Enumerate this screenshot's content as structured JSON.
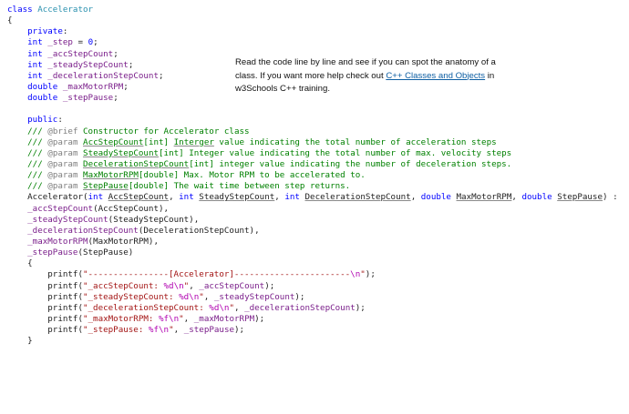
{
  "note": {
    "text_before": "Read the code line by line and see if you can spot the anatomy of a class. If you want more help check out ",
    "link": "C++ Classes and Objects",
    "text_after": " in w3Schools C++ training."
  },
  "code_lines": [
    [
      [
        "k",
        "class "
      ],
      [
        "t",
        "Accelerator"
      ]
    ],
    [
      [
        "p",
        "{"
      ]
    ],
    [
      [
        "p",
        "    "
      ],
      [
        "k",
        "private"
      ],
      [
        "p",
        ":"
      ]
    ],
    [
      [
        "p",
        "    "
      ],
      [
        "k",
        "int"
      ],
      [
        "p",
        " "
      ],
      [
        "v",
        "_step"
      ],
      [
        "p",
        " = "
      ],
      [
        "n",
        "0"
      ],
      [
        "p",
        ";"
      ]
    ],
    [
      [
        "p",
        "    "
      ],
      [
        "k",
        "int"
      ],
      [
        "p",
        " "
      ],
      [
        "v",
        "_accStepCount"
      ],
      [
        "p",
        ";"
      ]
    ],
    [
      [
        "p",
        "    "
      ],
      [
        "k",
        "int"
      ],
      [
        "p",
        " "
      ],
      [
        "v",
        "_steadyStepCount"
      ],
      [
        "p",
        ";"
      ]
    ],
    [
      [
        "p",
        "    "
      ],
      [
        "k",
        "int"
      ],
      [
        "p",
        " "
      ],
      [
        "v",
        "_decelerationStepCount"
      ],
      [
        "p",
        ";"
      ]
    ],
    [
      [
        "p",
        "    "
      ],
      [
        "k",
        "double"
      ],
      [
        "p",
        " "
      ],
      [
        "v",
        "_maxMotorRPM"
      ],
      [
        "p",
        ";"
      ]
    ],
    [
      [
        "p",
        "    "
      ],
      [
        "k",
        "double"
      ],
      [
        "p",
        " "
      ],
      [
        "v",
        "_stepPause"
      ],
      [
        "p",
        ";"
      ]
    ],
    [],
    [
      [
        "p",
        "    "
      ],
      [
        "k",
        "public"
      ],
      [
        "p",
        ":"
      ]
    ],
    [
      [
        "p",
        "    "
      ],
      [
        "c",
        "/// "
      ],
      [
        "dt",
        "@brief"
      ],
      [
        "c",
        " Constructor for Accelerator class"
      ]
    ],
    [
      [
        "p",
        "    "
      ],
      [
        "c",
        "/// "
      ],
      [
        "dt",
        "@param"
      ],
      [
        "c",
        " "
      ],
      [
        "cu",
        "AccStepCount"
      ],
      [
        "c",
        "[int] "
      ],
      [
        "cu",
        "Interger"
      ],
      [
        "c",
        " value indicating the total number of acceleration steps"
      ]
    ],
    [
      [
        "p",
        "    "
      ],
      [
        "c",
        "/// "
      ],
      [
        "dt",
        "@param"
      ],
      [
        "c",
        " "
      ],
      [
        "cu",
        "SteadyStepCount"
      ],
      [
        "c",
        "[int] Integer value indicating the total number of max. velocity steps"
      ]
    ],
    [
      [
        "p",
        "    "
      ],
      [
        "c",
        "/// "
      ],
      [
        "dt",
        "@param"
      ],
      [
        "c",
        " "
      ],
      [
        "cu",
        "DecelerationStepCount"
      ],
      [
        "c",
        "[int] integer value indicating the number of deceleration steps."
      ]
    ],
    [
      [
        "p",
        "    "
      ],
      [
        "c",
        "/// "
      ],
      [
        "dt",
        "@param"
      ],
      [
        "c",
        " "
      ],
      [
        "cu",
        "MaxMotorRPM"
      ],
      [
        "c",
        "[double] Max. Motor RPM to be accelerated to."
      ]
    ],
    [
      [
        "p",
        "    "
      ],
      [
        "c",
        "/// "
      ],
      [
        "dt",
        "@param"
      ],
      [
        "c",
        " "
      ],
      [
        "cu",
        "StepPause"
      ],
      [
        "c",
        "[double] The wait time between step returns."
      ]
    ],
    [
      [
        "p",
        "    Accelerator("
      ],
      [
        "k",
        "int"
      ],
      [
        "p",
        " "
      ],
      [
        "pu",
        "AccStepCount"
      ],
      [
        "p",
        ", "
      ],
      [
        "k",
        "int"
      ],
      [
        "p",
        " "
      ],
      [
        "pu",
        "SteadyStepCount"
      ],
      [
        "p",
        ", "
      ],
      [
        "k",
        "int"
      ],
      [
        "p",
        " "
      ],
      [
        "pu",
        "DecelerationStepCount"
      ],
      [
        "p",
        ", "
      ],
      [
        "k",
        "double"
      ],
      [
        "p",
        " "
      ],
      [
        "pu",
        "MaxMotorRPM"
      ],
      [
        "p",
        ", "
      ],
      [
        "k",
        "double"
      ],
      [
        "p",
        " "
      ],
      [
        "pu",
        "StepPause"
      ],
      [
        "p",
        ") :"
      ]
    ],
    [
      [
        "p",
        "    "
      ],
      [
        "v",
        "_accStepCount"
      ],
      [
        "p",
        "(AccStepCount),"
      ]
    ],
    [
      [
        "p",
        "    "
      ],
      [
        "v",
        "_steadyStepCount"
      ],
      [
        "p",
        "(SteadyStepCount),"
      ]
    ],
    [
      [
        "p",
        "    "
      ],
      [
        "v",
        "_decelerationStepCount"
      ],
      [
        "p",
        "(DecelerationStepCount),"
      ]
    ],
    [
      [
        "p",
        "    "
      ],
      [
        "v",
        "_maxMotorRPM"
      ],
      [
        "p",
        "(MaxMotorRPM),"
      ]
    ],
    [
      [
        "p",
        "    "
      ],
      [
        "v",
        "_stepPause"
      ],
      [
        "p",
        "(StepPause)"
      ]
    ],
    [
      [
        "p",
        "    {"
      ]
    ],
    [
      [
        "p",
        "        printf("
      ],
      [
        "s",
        "\"----------------[Accelerator]-----------------------"
      ],
      [
        "e",
        "\\n"
      ],
      [
        "s",
        "\""
      ],
      [
        "p",
        ");"
      ]
    ],
    [
      [
        "p",
        "        printf("
      ],
      [
        "s",
        "\"_accStepCount: "
      ],
      [
        "e",
        "%d"
      ],
      [
        "e",
        "\\n"
      ],
      [
        "s",
        "\""
      ],
      [
        "p",
        ", "
      ],
      [
        "v",
        "_accStepCount"
      ],
      [
        "p",
        ");"
      ]
    ],
    [
      [
        "p",
        "        printf("
      ],
      [
        "s",
        "\"_steadyStepCount: "
      ],
      [
        "e",
        "%d"
      ],
      [
        "e",
        "\\n"
      ],
      [
        "s",
        "\""
      ],
      [
        "p",
        ", "
      ],
      [
        "v",
        "_steadyStepCount"
      ],
      [
        "p",
        ");"
      ]
    ],
    [
      [
        "p",
        "        printf("
      ],
      [
        "s",
        "\"_decelerationStepCount: "
      ],
      [
        "e",
        "%d"
      ],
      [
        "e",
        "\\n"
      ],
      [
        "s",
        "\""
      ],
      [
        "p",
        ", "
      ],
      [
        "v",
        "_decelerationStepCount"
      ],
      [
        "p",
        ");"
      ]
    ],
    [
      [
        "p",
        "        printf("
      ],
      [
        "s",
        "\"_maxMotorRPM: "
      ],
      [
        "e",
        "%f"
      ],
      [
        "e",
        "\\n"
      ],
      [
        "s",
        "\""
      ],
      [
        "p",
        ", "
      ],
      [
        "v",
        "_maxMotorRPM"
      ],
      [
        "p",
        ");"
      ]
    ],
    [
      [
        "p",
        "        printf("
      ],
      [
        "s",
        "\"_stepPause: "
      ],
      [
        "e",
        "%f"
      ],
      [
        "e",
        "\\n"
      ],
      [
        "s",
        "\""
      ],
      [
        "p",
        ", "
      ],
      [
        "v",
        "_stepPause"
      ],
      [
        "p",
        ");"
      ]
    ],
    [
      [
        "p",
        "    }"
      ]
    ]
  ],
  "colors": {
    "keyword": "#0000ff",
    "type": "#2b91af",
    "variable": "#7a1e8a",
    "comment": "#008000",
    "string": "#a31515",
    "escape": "#b000b0",
    "doc_tag": "#808080",
    "link": "#0f5fa3"
  }
}
